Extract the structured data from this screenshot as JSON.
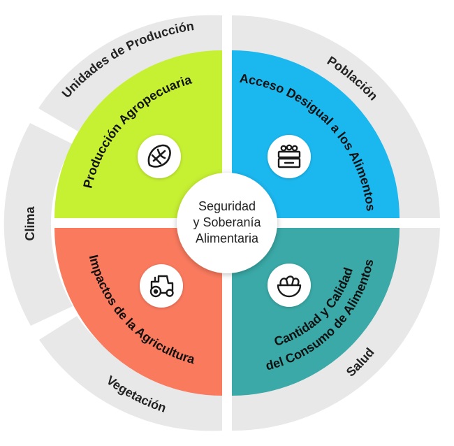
{
  "center": {
    "lines": [
      "Seguridad",
      "y Soberanía",
      "Alimentaria"
    ]
  },
  "ring": {
    "top_left": "Unidades de Producción",
    "top_right": "Población",
    "left": "Clima",
    "bottom_left": "Vegetación",
    "bottom_right": "Salud"
  },
  "quadrants": {
    "top_left": {
      "label": "Producción Agropecuaria",
      "color": "#c6f032",
      "icon": "vegetable-icon"
    },
    "top_right": {
      "label": "Acceso Desigual a los Alimentos",
      "color": "#1bb8f0",
      "icon": "food-crate-icon"
    },
    "bottom_left": {
      "label": "Impactos de la Agricultura",
      "color": "#fa7a5e",
      "icon": "tractor-icon"
    },
    "bottom_right": {
      "label_line1": "Cantidad y Calidad",
      "label_line2": "del Consumo de Alimentos",
      "color": "#3aa9a7",
      "icon": "salad-bowl-icon"
    }
  },
  "colors": {
    "ring": "#e8e8e8",
    "center": "#ffffff"
  }
}
